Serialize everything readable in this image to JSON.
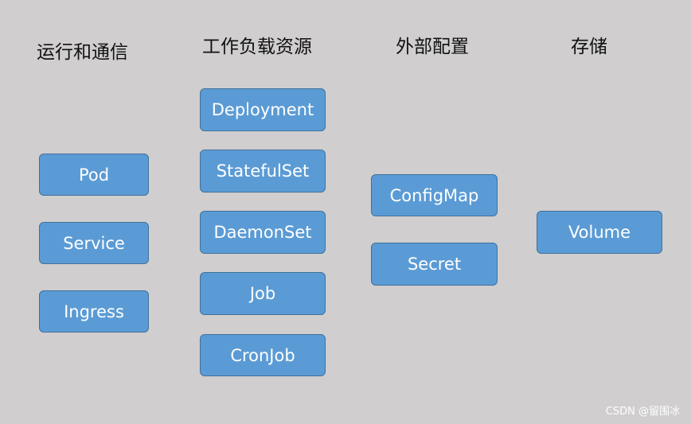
{
  "columns": {
    "runtime": {
      "title": "运行和通信",
      "items": [
        "Pod",
        "Service",
        "Ingress"
      ]
    },
    "workloads": {
      "title": "工作负载资源",
      "items": [
        "Deployment",
        "StatefulSet",
        "DaemonSet",
        "Job",
        "CronJob"
      ]
    },
    "config": {
      "title": "外部配置",
      "items": [
        "ConfigMap",
        "Secret"
      ]
    },
    "storage": {
      "title": "存储",
      "items": [
        "Volume"
      ]
    }
  },
  "watermark": "CSDN @留围冰",
  "colors": {
    "background": "#d0cece",
    "box_fill": "#5b9bd5",
    "box_border": "#41719c",
    "box_text": "#ffffff",
    "heading_text": "#111111"
  }
}
